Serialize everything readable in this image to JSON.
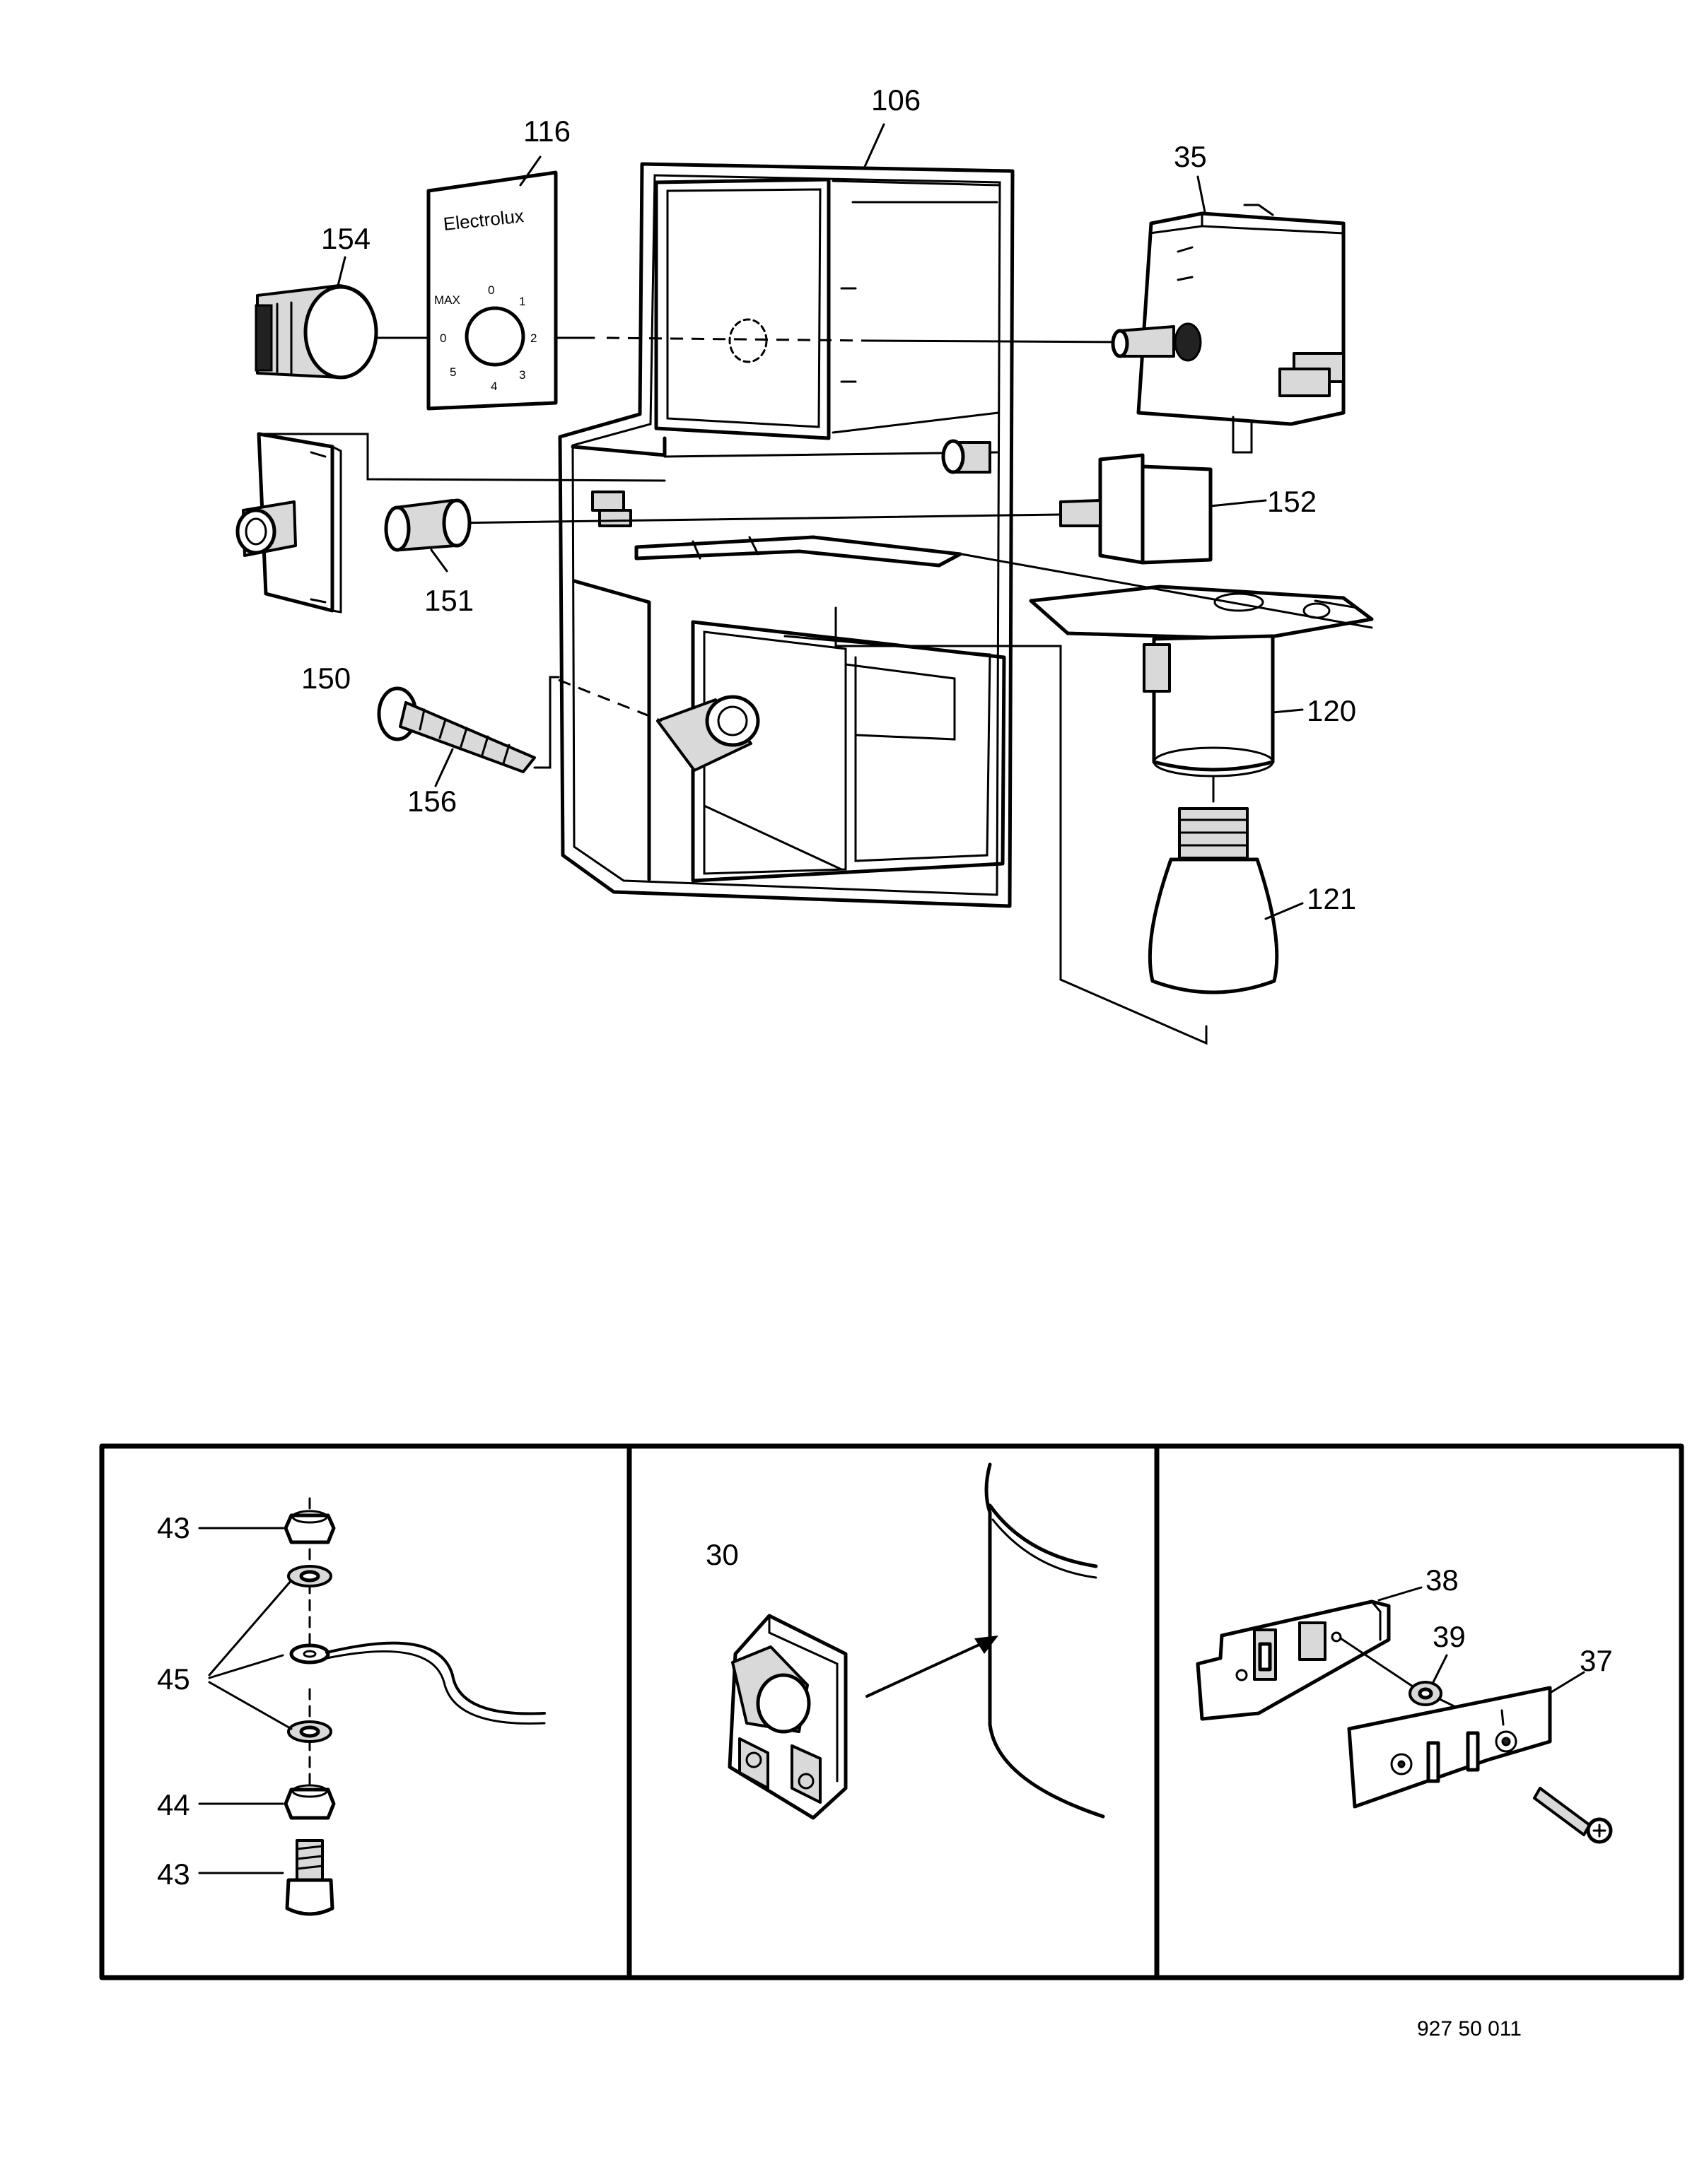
{
  "labels": {
    "l106": "106",
    "l116": "116",
    "l35": "35",
    "l154": "154",
    "l152": "152",
    "l151": "151",
    "l150": "150",
    "l120": "120",
    "l156": "156",
    "l121": "121",
    "l43a": "43",
    "l45": "45",
    "l44": "44",
    "l43b": "43",
    "l30": "30",
    "l38": "38",
    "l39": "39",
    "l37": "37"
  },
  "dial_plate": {
    "brand": "Electrolux",
    "max": "MAX",
    "zero": "0",
    "one": "1",
    "two": "2",
    "three": "3",
    "four": "4",
    "five": "5",
    "off": "0"
  },
  "drawing_ref": "927 50 011"
}
